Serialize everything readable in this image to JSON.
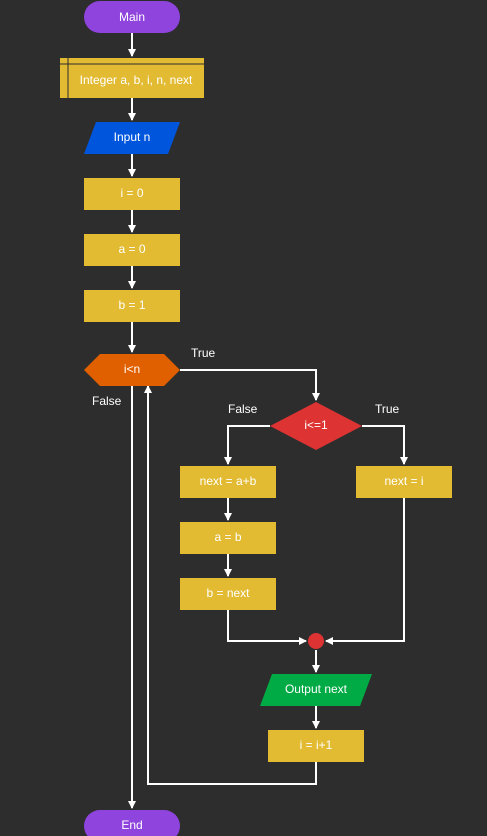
{
  "colors": {
    "background": "#2d2d2d",
    "terminal": "#8e44dd",
    "declare": "#e2bb33",
    "input": "#0055dd",
    "process": "#e2bb33",
    "loop": "#e06000",
    "decision": "#dd3333",
    "output": "#00aa44",
    "junction": "#dd3333",
    "line": "#ffffff"
  },
  "nodes": {
    "main": "Main",
    "declare": "Integer a, b, i, n, next",
    "input_n": "Input n",
    "i_init": "i = 0",
    "a_init": "a = 0",
    "b_init": "b = 1",
    "loop_cond": "i<n",
    "if_cond": "i<=1",
    "next_sum": "next = a+b",
    "a_assign": "a = b",
    "b_assign": "b = next",
    "next_i": "next = i",
    "output_next": "Output next",
    "increment": "i = i+1",
    "end": "End"
  },
  "labels": {
    "loop_true": "True",
    "loop_false": "False",
    "if_false": "False",
    "if_true": "True"
  }
}
